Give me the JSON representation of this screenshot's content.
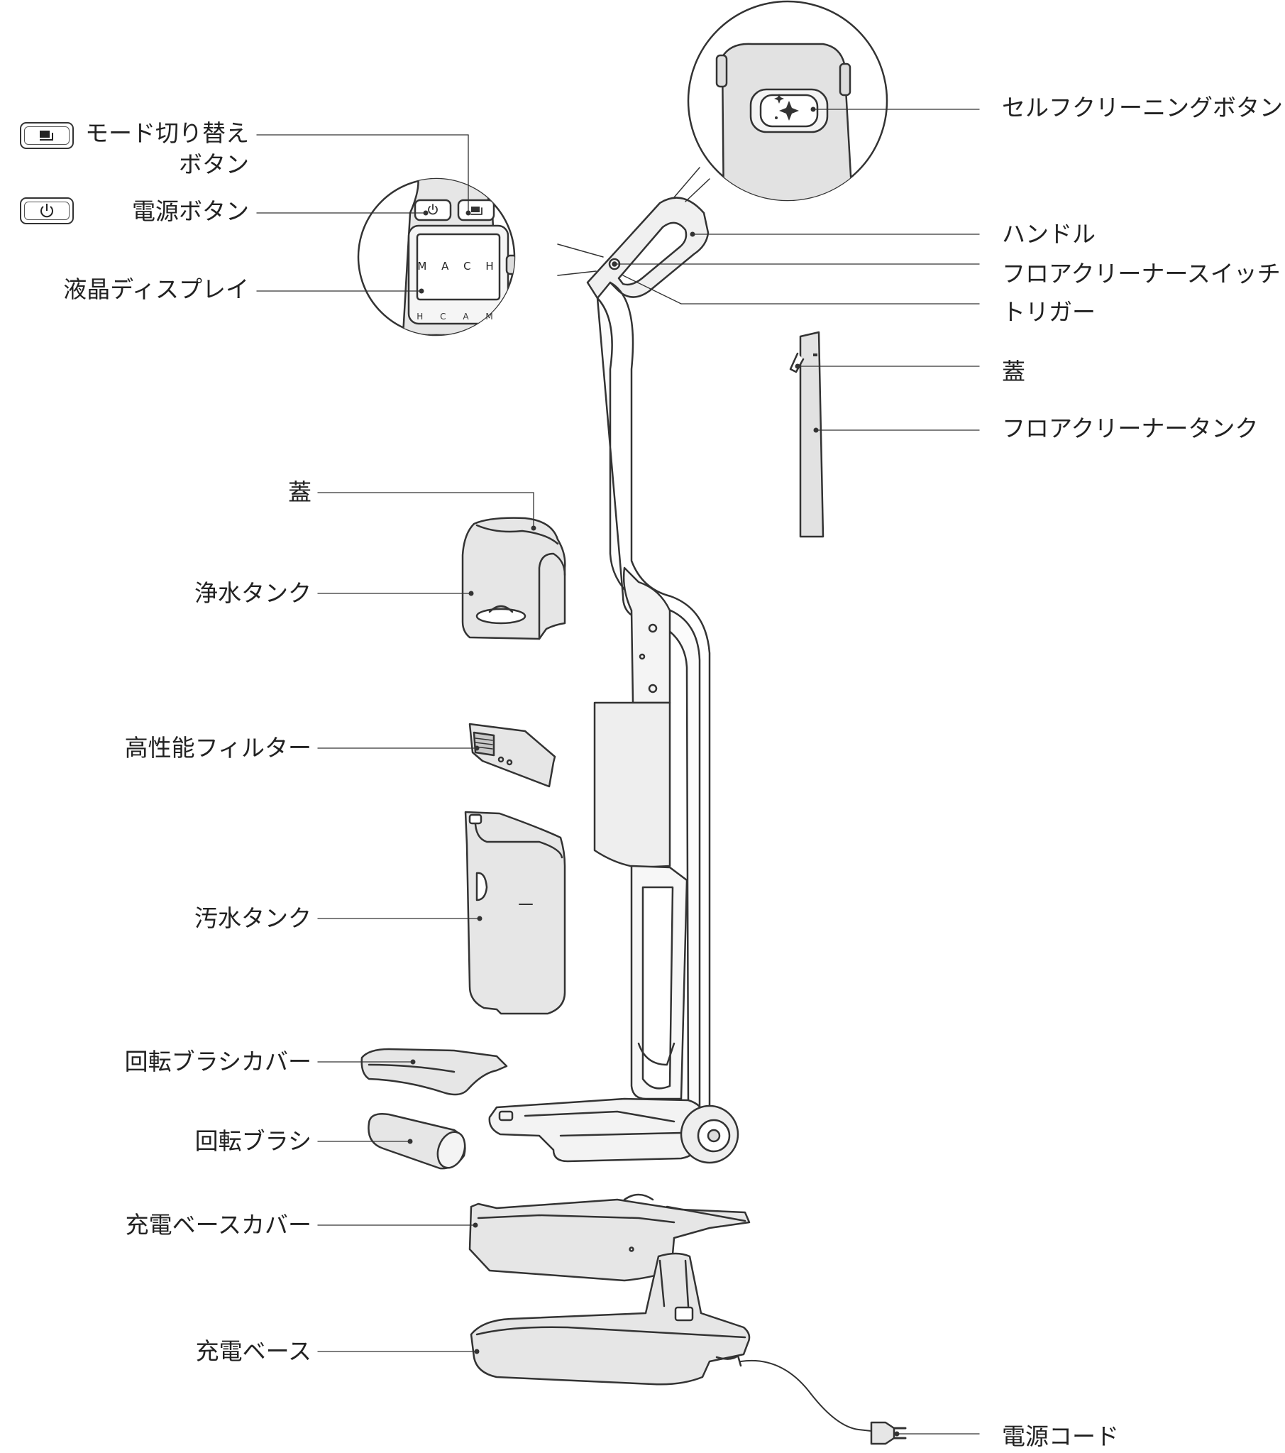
{
  "left_labels": {
    "mode_switch": "モード切り替え",
    "mode_switch_2": "ボタン",
    "power_button": "電源ボタン",
    "lcd_display": "液晶ディスプレイ",
    "lid_left": "蓋",
    "clean_water_tank": "浄水タンク",
    "hepa_filter": "高性能フィルター",
    "dirty_water_tank": "汚水タンク",
    "brush_cover": "回転ブラシカバー",
    "brush_roll": "回転ブラシ",
    "base_cover": "充電ベースカバー",
    "charging_base": "充電ベース"
  },
  "right_labels": {
    "self_clean_button": "セルフクリーニングボタン",
    "handle": "ハンドル",
    "cleaner_switch": "フロアクリーナースイッチ",
    "trigger": "トリガー",
    "lid_right": "蓋",
    "cleaner_tank": "フロアクリーナータンク",
    "power_cord": "電源コード"
  },
  "display": {
    "brand": "M A C H",
    "brand_mirrored": "H C A M"
  },
  "icons": {
    "mode": "mode-switch-icon",
    "power": "power-icon",
    "sparkle": "sparkle-icon",
    "plug": "plug-icon"
  },
  "colors": {
    "line": "#333333",
    "fill": "#e6e6e6",
    "fill_dark": "#d4d4d4",
    "text": "#222222"
  }
}
